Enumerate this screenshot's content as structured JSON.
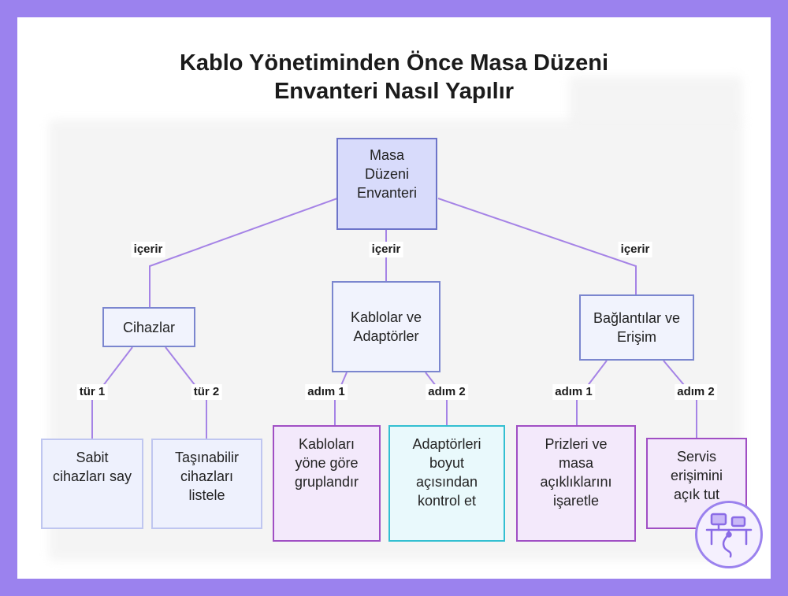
{
  "title": {
    "line1": "Kablo Yönetiminden Önce Masa Düzeni",
    "line2": "Envanteri Nasıl Yapılır"
  },
  "nodes": {
    "root": "Masa Düzeni Envanteri",
    "devices": "Cihazlar",
    "cables": "Kablolar ve Adaptörler",
    "connections": "Bağlantılar ve Erişim",
    "fixed": "Sabit cihazları say",
    "portable": "Taşınabilir cihazları listele",
    "group": "Kabloları yöne göre gruplandır",
    "adapters": "Adaptörleri boyut açısından kontrol et",
    "outlets": "Prizleri ve masa açıklıklarını işaretle",
    "service": "Servis erişimini açık tut"
  },
  "edge_labels": {
    "contains_1": "içerir",
    "contains_2": "içerir",
    "contains_3": "içerir",
    "type_1": "tür 1",
    "type_2": "tür 2",
    "step_1a": "adım 1",
    "step_2a": "adım 2",
    "step_1b": "adım 1",
    "step_2b": "adım 2"
  },
  "colors": {
    "edge": "#a583e6",
    "frame": "#9b82ee",
    "root_fill": "#d8dbfb",
    "leaf_purple": "#a04fc4",
    "leaf_cyan": "#33bfd1"
  },
  "icons": [
    "desk-setup-icon"
  ]
}
